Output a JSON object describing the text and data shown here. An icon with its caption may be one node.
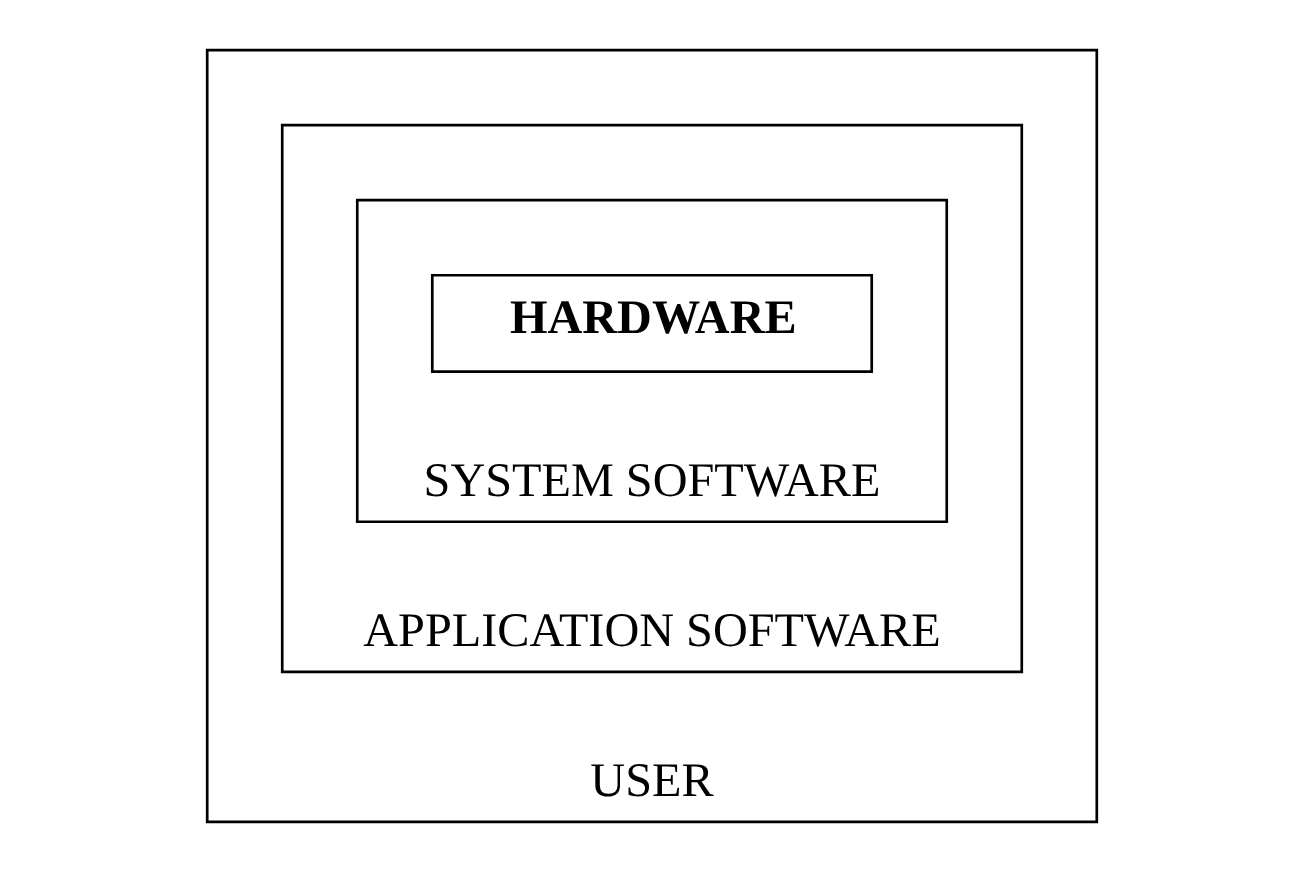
{
  "diagram": {
    "nodes": [
      {
        "text": [
          "USER"
        ]
      },
      {
        "text": [
          "APPLICATION SOFTWARE"
        ],
        "in": 0
      },
      {
        "text": [
          "SYSTEM SOFTWARE"
        ],
        "in": 1
      },
      {
        "text": [
          "HARDWARE"
        ],
        "in": 2
      }
    ]
  }
}
